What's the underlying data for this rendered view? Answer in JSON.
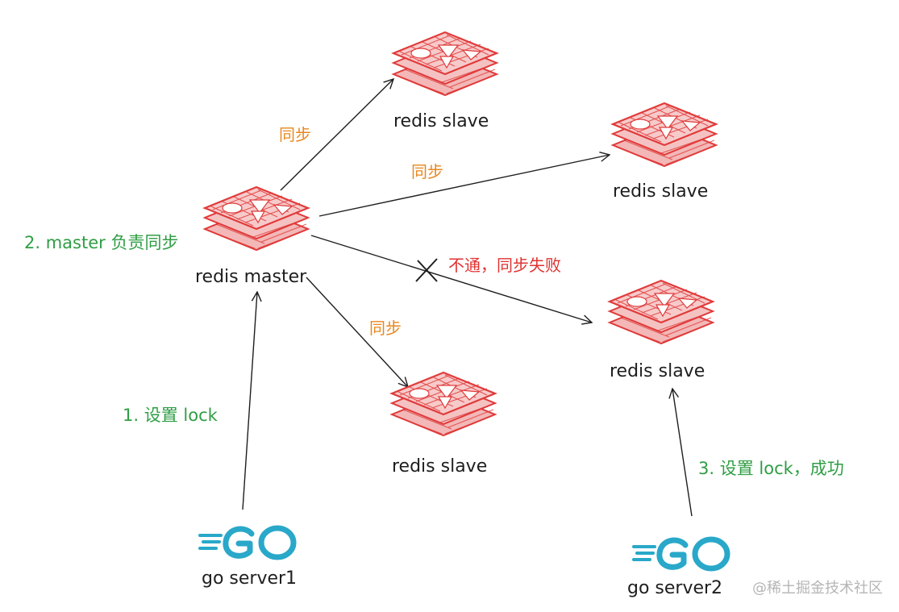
{
  "nodes": {
    "master": {
      "label": "redis master"
    },
    "slave_top": {
      "label": "redis slave"
    },
    "slave_right": {
      "label": "redis slave"
    },
    "slave_bottom": {
      "label": "redis slave"
    },
    "slave_fail": {
      "label": "redis slave"
    },
    "server1": {
      "label": "go server1",
      "logo_text": "GO"
    },
    "server2": {
      "label": "go server2",
      "logo_text": "GO"
    }
  },
  "edges": {
    "sync_top": "同步",
    "sync_right": "同步",
    "sync_bottom": "同步",
    "sync_fail": "不通，同步失败"
  },
  "steps": {
    "step1": "1. 设置 lock",
    "step2": "2. master 负责同步",
    "step3": "3. 设置 lock，成功"
  },
  "watermark": "@稀土掘金技术社区",
  "colors": {
    "redis": "#e03a3a",
    "go": "#29a8c9",
    "sync": "#e8871e",
    "step": "#2f9e44",
    "fail": "#e03131",
    "line": "#1e1e1e"
  }
}
